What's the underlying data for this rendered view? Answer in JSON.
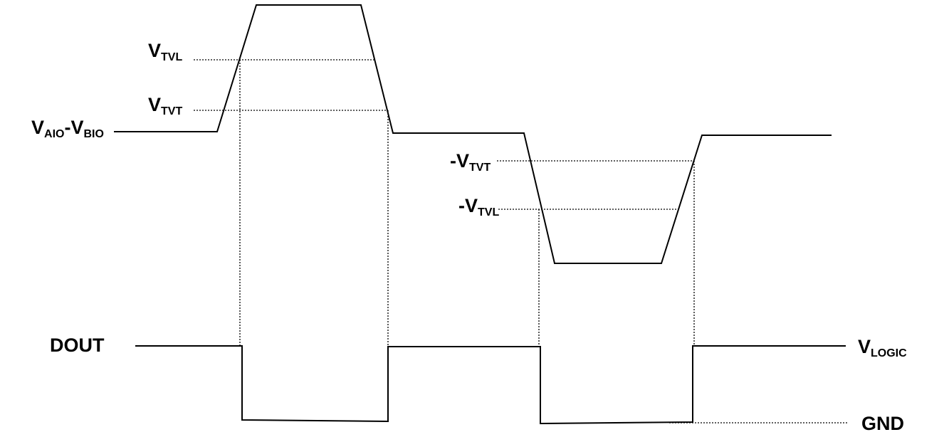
{
  "labels": {
    "vtvl": {
      "main": "V",
      "sub": "TVL"
    },
    "vtvt": {
      "main": "V",
      "sub": "TVT"
    },
    "vaio_vbio": {
      "main1": "V",
      "sub1": "AIO",
      "dash": "-",
      "main2": "V",
      "sub2": "BIO"
    },
    "neg_vtvt": {
      "prefix": "-",
      "main": "V",
      "sub": "TVT"
    },
    "neg_vtvl": {
      "prefix": "-",
      "main": "V",
      "sub": "TVL"
    },
    "dout": "DOUT",
    "vlogic": {
      "main": "V",
      "sub": "LOGIC"
    },
    "gnd": "GND"
  }
}
